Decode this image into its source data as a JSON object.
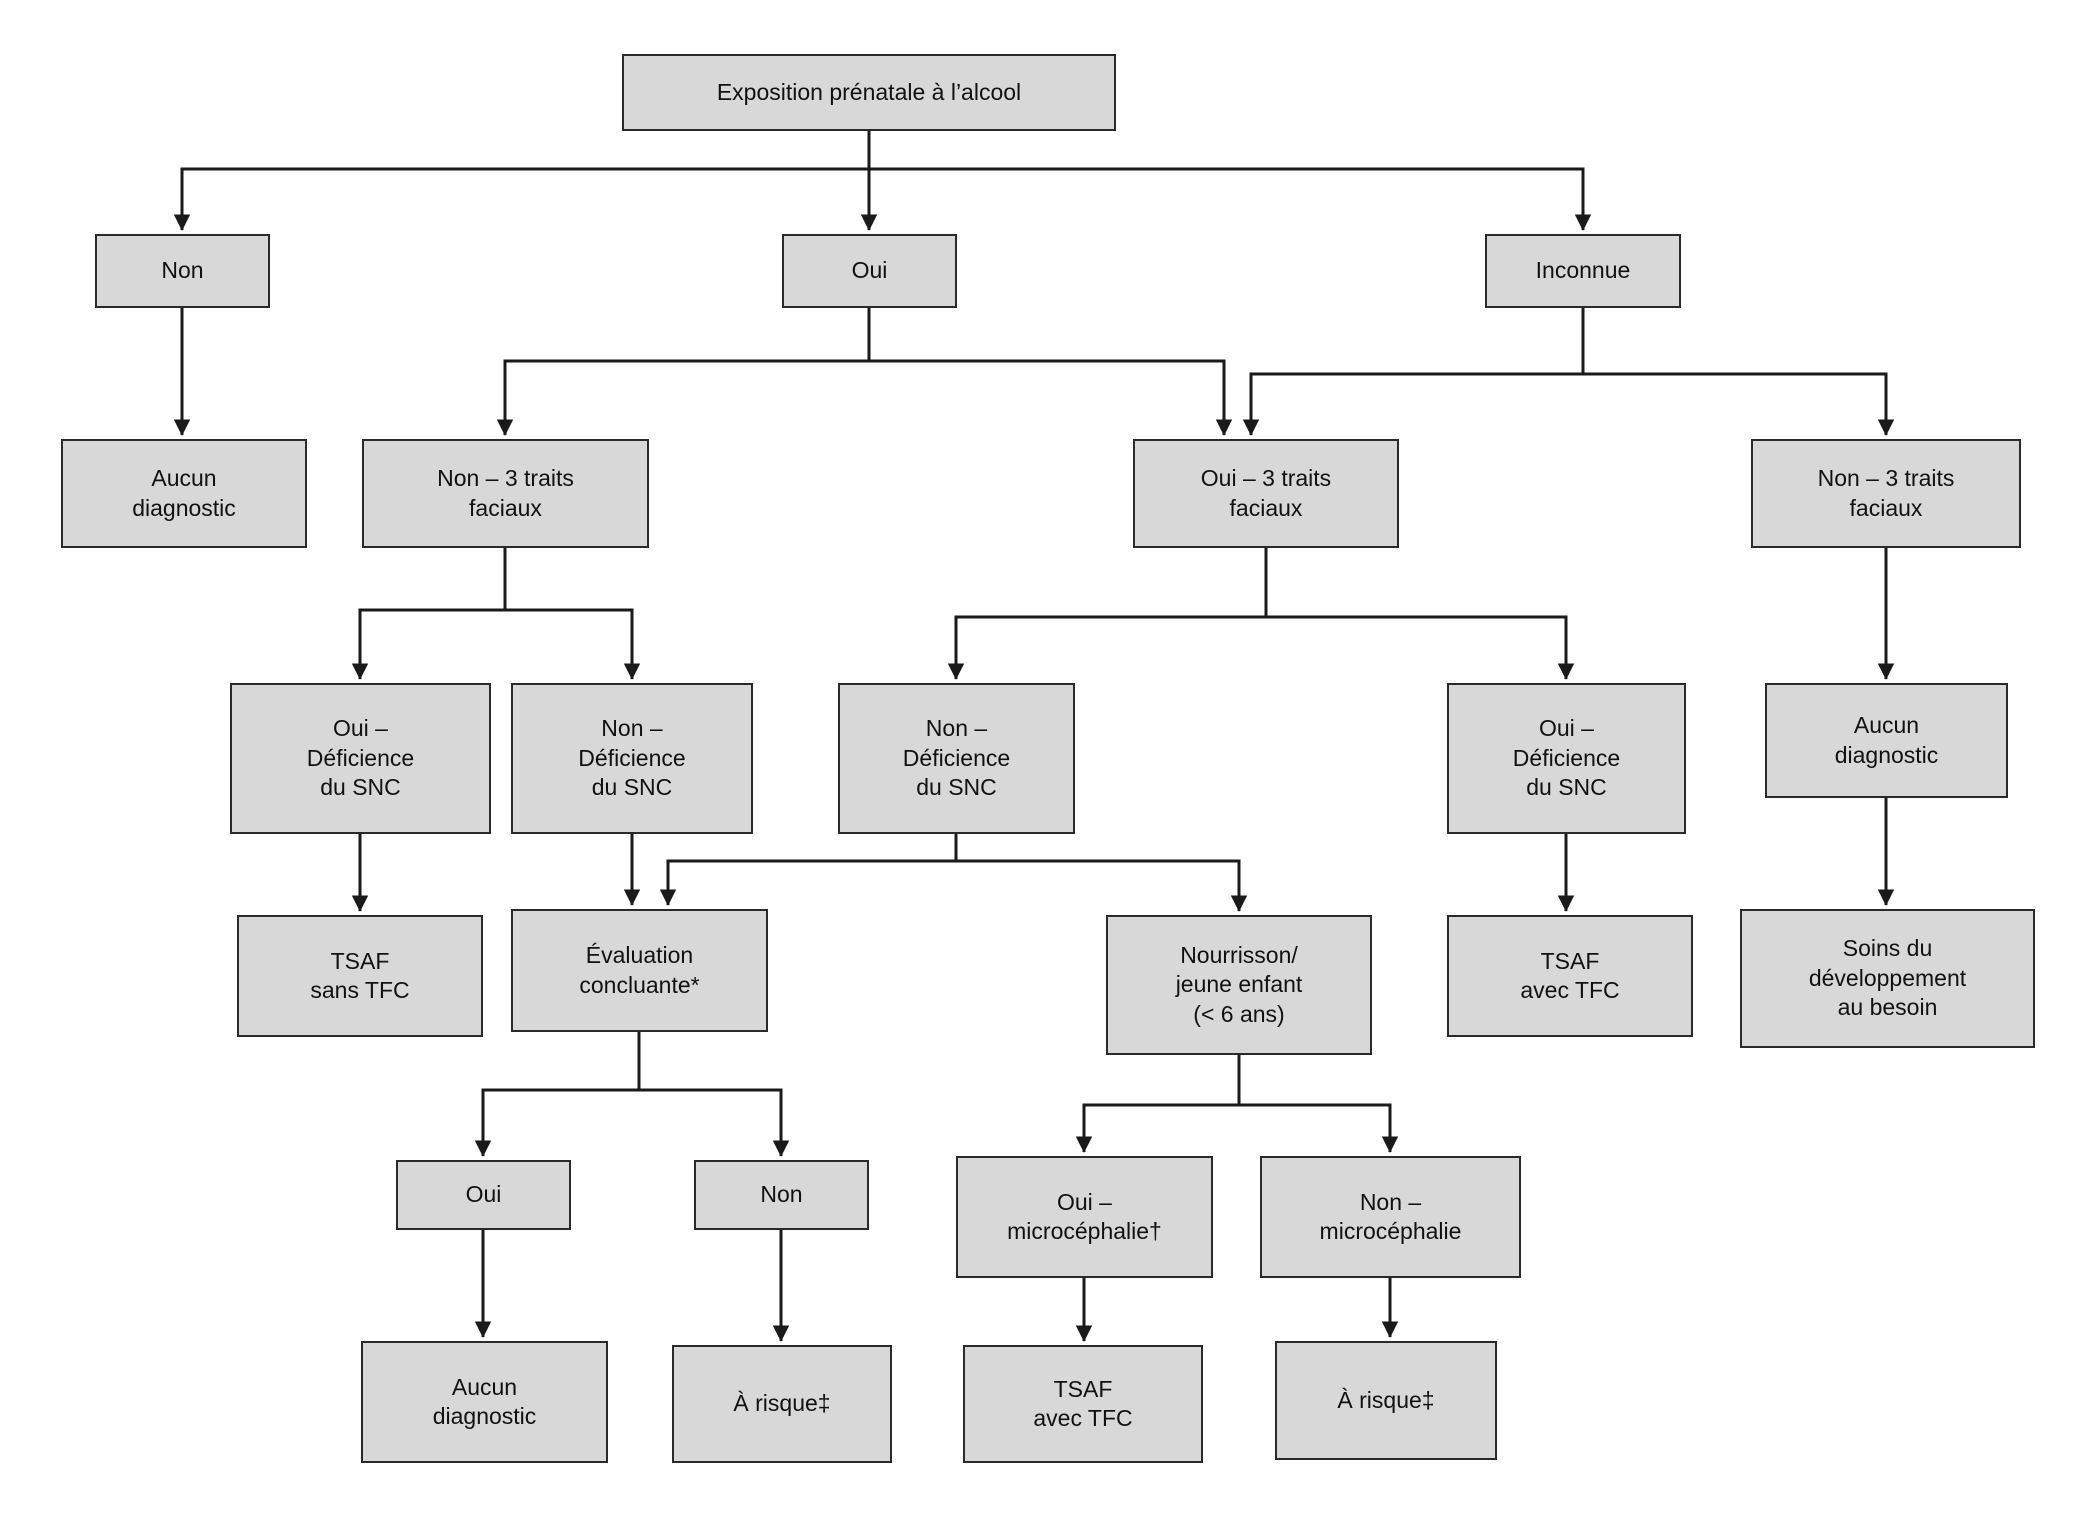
{
  "diagram": {
    "type": "flowchart",
    "language": "fr",
    "colors": {
      "background": "#ffffff",
      "box_fill": "#d8d8d8",
      "box_border": "#2a2a2a",
      "line": "#1a1a1a"
    },
    "nodes": {
      "root": {
        "label": "Exposition prénatale à l’alcool"
      },
      "non1": {
        "label": "Non"
      },
      "oui1": {
        "label": "Oui"
      },
      "inconnue": {
        "label": "Inconnue"
      },
      "aucun1": {
        "label": "Aucun\ndiagnostic"
      },
      "non3tf_l": {
        "label": "Non – 3 traits\nfaciaux"
      },
      "oui3tf": {
        "label": "Oui – 3 traits\nfaciaux"
      },
      "non3tf_r": {
        "label": "Non – 3 traits\nfaciaux"
      },
      "ouiSNC_l": {
        "label": "Oui –\nDéficience\ndu SNC"
      },
      "nonSNC_l": {
        "label": "Non –\nDéficience\ndu SNC"
      },
      "nonSNC_c": {
        "label": "Non –\nDéficience\ndu SNC"
      },
      "ouiSNC_r": {
        "label": "Oui –\nDéficience\ndu SNC"
      },
      "aucun2": {
        "label": "Aucun\ndiagnostic"
      },
      "tsafSans": {
        "label": "TSAF\nsans TFC"
      },
      "evalConc": {
        "label": "Évaluation\nconcluante*"
      },
      "nourrisson": {
        "label": "Nourrisson/\njeune enfant\n(< 6 ans)"
      },
      "tsafAvec1": {
        "label": "TSAF\navec TFC"
      },
      "soins": {
        "label": "Soins du\ndéveloppement\nau besoin"
      },
      "oui2": {
        "label": "Oui"
      },
      "non2": {
        "label": "Non"
      },
      "ouiMicro": {
        "label": "Oui –\nmicrocéphalie†"
      },
      "nonMicro": {
        "label": "Non –\nmicrocéphalie"
      },
      "aucun3": {
        "label": "Aucun\ndiagnostic"
      },
      "risque1": {
        "label": "À risque‡"
      },
      "tsafAvec2": {
        "label": "TSAF\navec TFC"
      },
      "risque2": {
        "label": "À risque‡"
      }
    },
    "edges": [
      {
        "from": "root",
        "to": "non1"
      },
      {
        "from": "root",
        "to": "oui1"
      },
      {
        "from": "root",
        "to": "inconnue"
      },
      {
        "from": "non1",
        "to": "aucun1"
      },
      {
        "from": "oui1",
        "to": "non3tf_l"
      },
      {
        "from": "oui1",
        "to": "oui3tf"
      },
      {
        "from": "inconnue",
        "to": "oui3tf"
      },
      {
        "from": "inconnue",
        "to": "non3tf_r"
      },
      {
        "from": "non3tf_l",
        "to": "ouiSNC_l"
      },
      {
        "from": "non3tf_l",
        "to": "nonSNC_l"
      },
      {
        "from": "oui3tf",
        "to": "nonSNC_c"
      },
      {
        "from": "oui3tf",
        "to": "ouiSNC_r"
      },
      {
        "from": "non3tf_r",
        "to": "aucun2"
      },
      {
        "from": "ouiSNC_l",
        "to": "tsafSans"
      },
      {
        "from": "nonSNC_l",
        "to": "evalConc"
      },
      {
        "from": "nonSNC_c",
        "to": "evalConc"
      },
      {
        "from": "nonSNC_c",
        "to": "nourrisson"
      },
      {
        "from": "ouiSNC_r",
        "to": "tsafAvec1"
      },
      {
        "from": "aucun2",
        "to": "soins"
      },
      {
        "from": "evalConc",
        "to": "oui2"
      },
      {
        "from": "evalConc",
        "to": "non2"
      },
      {
        "from": "nourrisson",
        "to": "ouiMicro"
      },
      {
        "from": "nourrisson",
        "to": "nonMicro"
      },
      {
        "from": "oui2",
        "to": "aucun3"
      },
      {
        "from": "non2",
        "to": "risque1"
      },
      {
        "from": "ouiMicro",
        "to": "tsafAvec2"
      },
      {
        "from": "nonMicro",
        "to": "risque2"
      }
    ]
  }
}
